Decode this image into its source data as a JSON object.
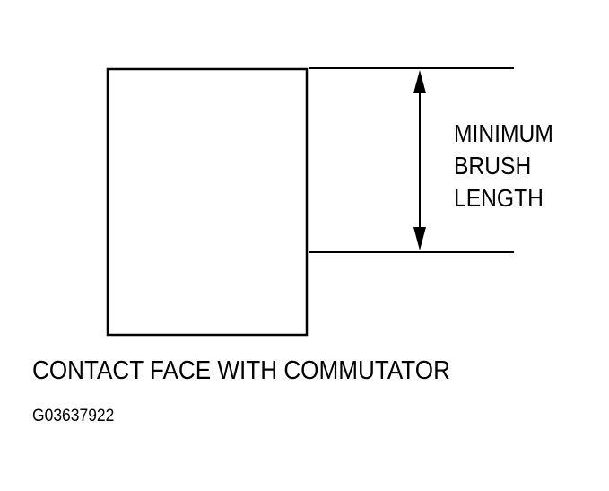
{
  "diagram": {
    "dimension_label_lines": [
      "MINIMUM",
      "BRUSH",
      "LENGTH"
    ],
    "contact_face_label": "CONTACT FACE WITH COMMUTATOR",
    "figure_id": "G03637922",
    "colors": {
      "line": "#000000",
      "background": "#ffffff"
    }
  }
}
